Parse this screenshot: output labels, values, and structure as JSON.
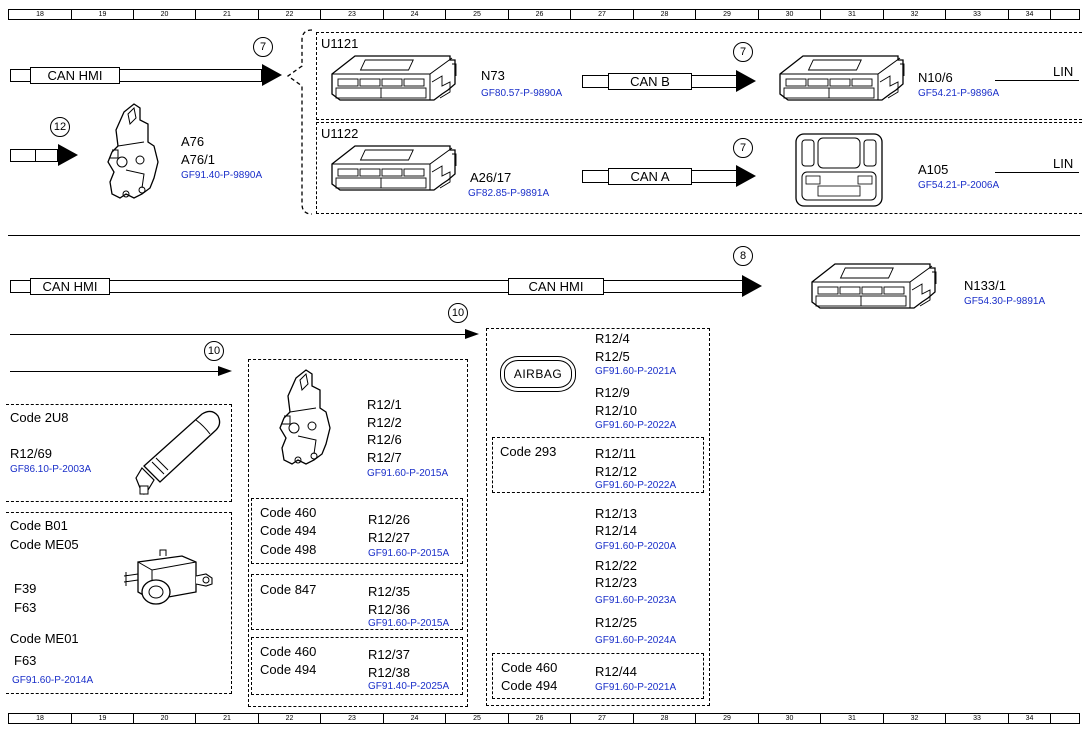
{
  "ruler": [
    "18",
    "19",
    "20",
    "21",
    "22",
    "23",
    "24",
    "25",
    "26",
    "27",
    "28",
    "29",
    "30",
    "31",
    "32",
    "33",
    "34"
  ],
  "buses": {
    "can_hmi_top": "CAN HMI",
    "can_b": "CAN B",
    "can_a": "CAN A",
    "can_hmi_mid_left": "CAN HMI",
    "can_hmi_mid_center": "CAN HMI",
    "lin_1": "LIN",
    "lin_2": "LIN"
  },
  "markers": {
    "m1": "7",
    "m2": "12",
    "m3": "7",
    "m4": "7",
    "m5": "8",
    "m6": "10",
    "m7": "10"
  },
  "top": {
    "u1121": "U1121",
    "u1122": "U1122",
    "a76": "A76",
    "a76_1": "A76/1",
    "a76_ref": "GF91.40-P-9890A",
    "n73": "N73",
    "n73_ref": "GF80.57-P-9890A",
    "n10_6": "N10/6",
    "n10_6_ref": "GF54.21-P-9896A",
    "a26_17": "A26/17",
    "a26_17_ref": "GF82.85-P-9891A",
    "a105": "A105",
    "a105_ref": "GF54.21-P-2006A"
  },
  "mid": {
    "n133_1": "N133/1",
    "n133_1_ref": "GF54.30-P-9891A"
  },
  "left": {
    "code_2u8": "Code 2U8",
    "r12_69": "R12/69",
    "r12_69_ref": "GF86.10-P-2003A",
    "code_b01": "Code B01",
    "code_me05": "Code ME05",
    "f39": "F39",
    "f63a": "F63",
    "code_me01": "Code ME01",
    "f63b": "F63",
    "f_ref": "GF91.60-P-2014A"
  },
  "center": {
    "r12_1": "R12/1",
    "r12_2": "R12/2",
    "r12_6": "R12/6",
    "r12_7": "R12/7",
    "r12_1_ref": "GF91.60-P-2015A",
    "c460a": "Code 460",
    "c494a": "Code 494",
    "c498": "Code 498",
    "r12_26": "R12/26",
    "r12_27": "R12/27",
    "r12_26_ref": "GF91.60-P-2015A",
    "c847": "Code 847",
    "r12_35": "R12/35",
    "r12_36": "R12/36",
    "r12_35_ref": "GF91.60-P-2015A",
    "c460b": "Code 460",
    "c494b": "Code 494",
    "r12_37": "R12/37",
    "r12_38": "R12/38",
    "r12_37_ref": "GF91.40-P-2025A"
  },
  "right": {
    "airbag": "AIRBAG",
    "r12_4": "R12/4",
    "r12_5": "R12/5",
    "r12_4_ref": "GF91.60-P-2021A",
    "r12_9": "R12/9",
    "r12_10": "R12/10",
    "r12_9_ref": "GF91.60-P-2022A",
    "c293": "Code 293",
    "r12_11": "R12/11",
    "r12_12": "R12/12",
    "r12_11_ref": "GF91.60-P-2022A",
    "r12_13": "R12/13",
    "r12_14": "R12/14",
    "r12_13_ref": "GF91.60-P-2020A",
    "r12_22": "R12/22",
    "r12_23": "R12/23",
    "r12_22_ref": "GF91.60-P-2023A",
    "r12_25": "R12/25",
    "r12_25_ref": "GF91.60-P-2024A",
    "c460": "Code 460",
    "c494": "Code 494",
    "r12_44": "R12/44",
    "r12_44_ref": "GF91.60-P-2021A"
  }
}
